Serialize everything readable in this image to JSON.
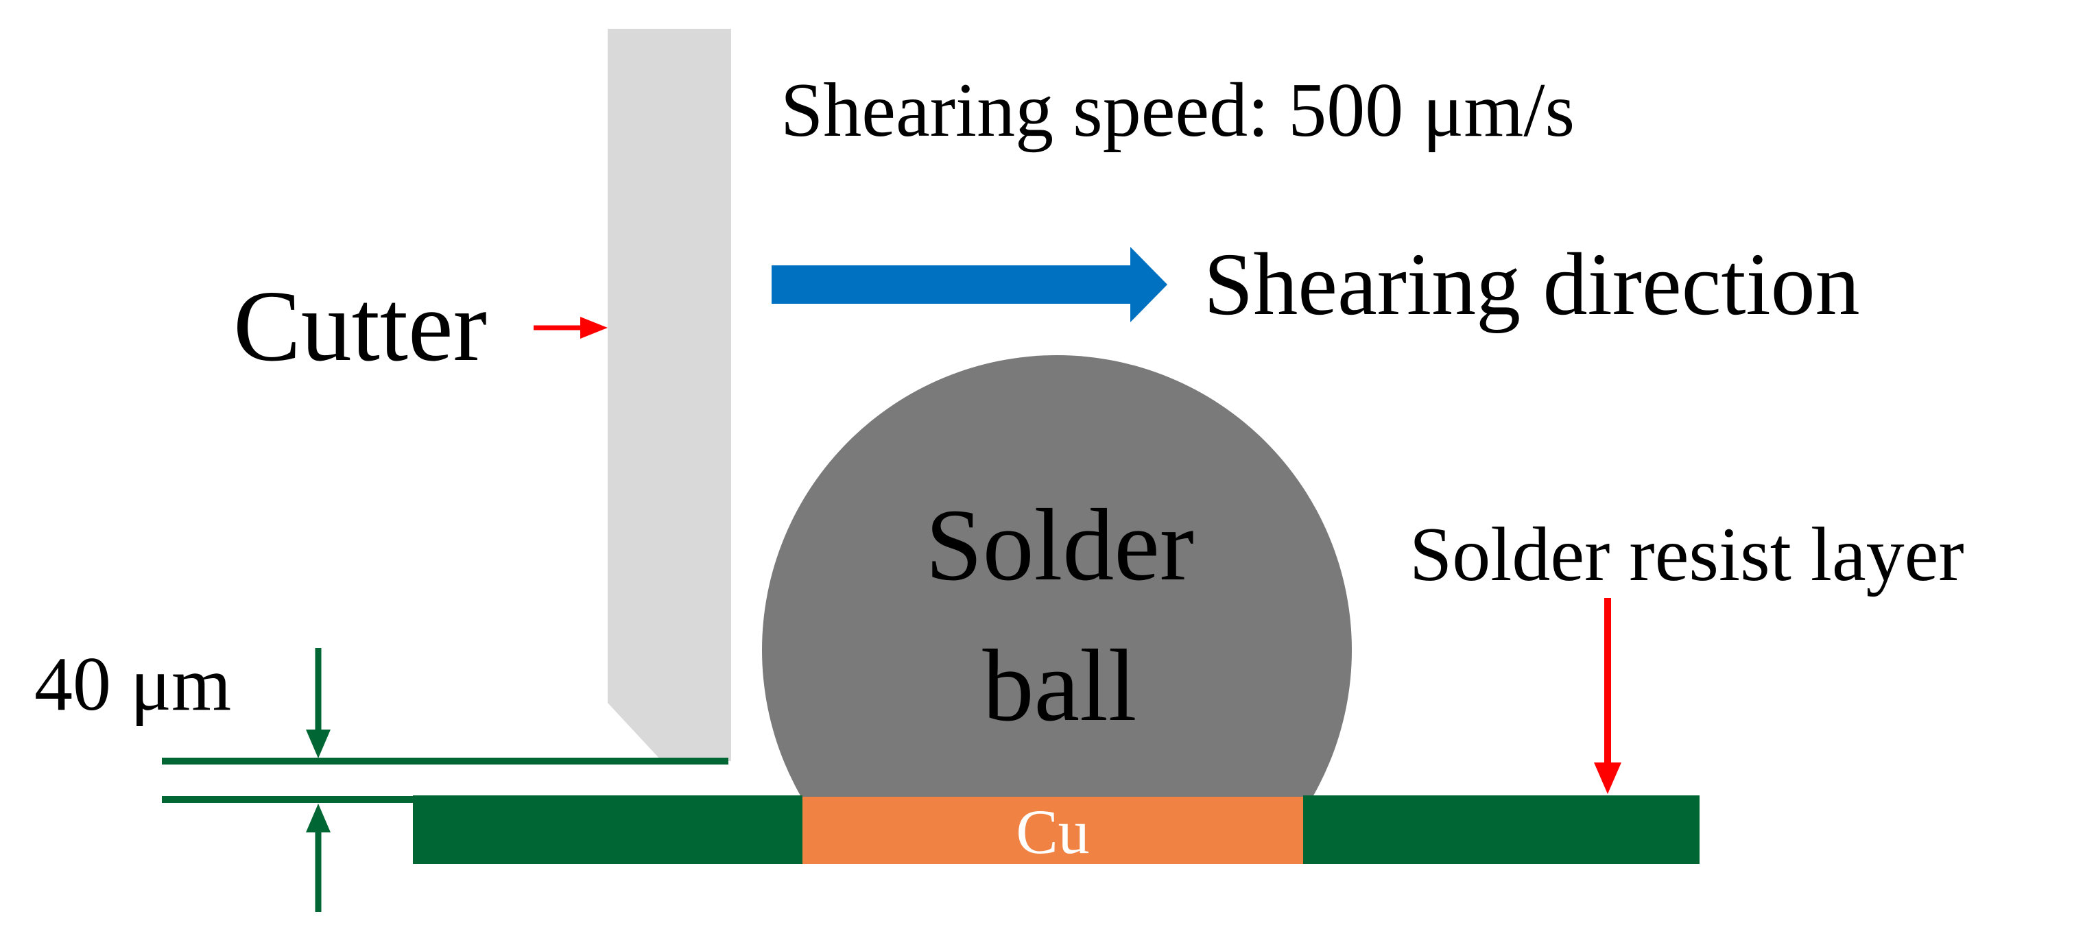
{
  "labels": {
    "shearing_speed": "Shearing speed: 500 μm/s",
    "shearing_direction": "Shearing direction",
    "cutter": "Cutter",
    "solder_ball_line1": "Solder",
    "solder_ball_line2": "ball",
    "solder_resist_layer": "Solder resist layer",
    "height": "40 μm",
    "cu": "Cu"
  },
  "colors": {
    "cutter": "#d9d9d9",
    "solder_ball": "#7a7a7a",
    "solder_resist": "#006633",
    "copper_pad": "#f08244",
    "shear_arrow": "#0070c0",
    "pointer_arrow": "#ff0000",
    "dimension": "#006633",
    "text": "#000000",
    "cu_text": "#ffffff"
  },
  "icons": {
    "shear_arrow": "right-arrow-icon",
    "cutter_pointer": "right-arrow-icon",
    "resist_pointer": "down-arrow-icon",
    "dimension_arrows": "up-down-arrow-icon"
  }
}
